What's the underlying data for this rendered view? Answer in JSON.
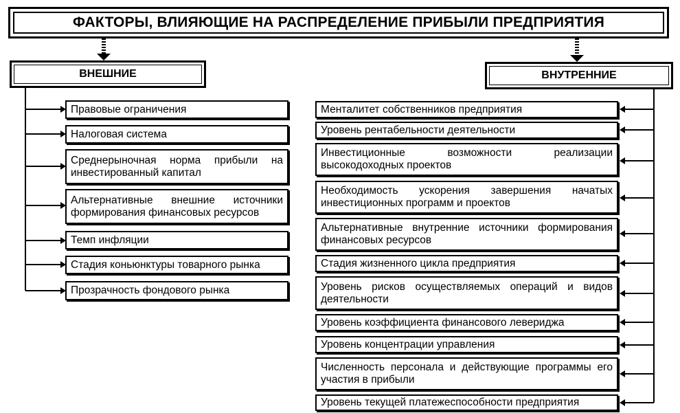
{
  "title": "ФАКТОРЫ, ВЛИЯЮЩИЕ НА РАСПРЕДЕЛЕНИЕ ПРИБЫЛИ ПРЕДПРИЯТИЯ",
  "external": {
    "header": "ВНЕШНИЕ",
    "items": [
      "Правовые ограничения",
      "Налоговая система",
      "Среднерыночная норма прибыли на инвестированный капитал",
      "Альтернативные внешние источники формирования финансовых ресурсов",
      "Темп инфляции",
      "Стадия коньюнктуры товарного рынка",
      "Прозрачность фондового рынка"
    ]
  },
  "internal": {
    "header": "ВНУТРЕННИЕ",
    "items": [
      "Менталитет собственников предприятия",
      "Уровень рентабельности деятельности",
      "Инвестиционные возможности реализации высокодоходных проектов",
      "Необходимость ускорения завершения начатых инвестиционных программ и проектов",
      "Альтернативные внутренние источники формирования финансовых ресурсов",
      "Стадия жизненного цикла предприятия",
      "Уровень рисков осуществляемых операций и видов деятельности",
      "Уровень коэффициента финансового левериджа",
      "Уровень концентрации управления",
      "Численность персонала и действующие программы его участия в прибыли",
      "Уровень текущей платежеспособности предприятия"
    ]
  }
}
